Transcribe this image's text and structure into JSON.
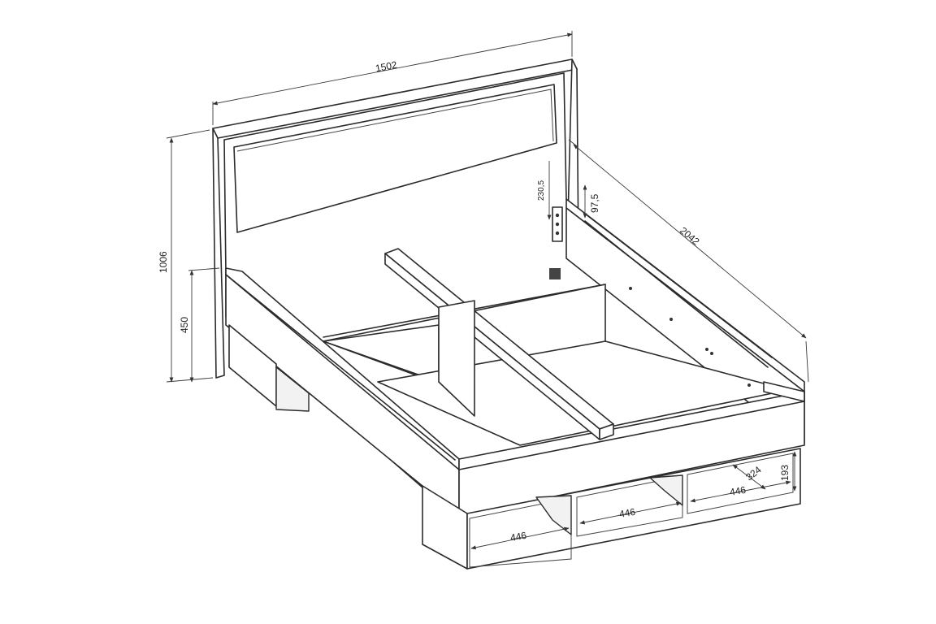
{
  "dimensions": {
    "width": "1502",
    "length": "2042",
    "total_height": "1006",
    "frame_height": "450",
    "rail_offset_top": "230,5",
    "rail_height": "97,5",
    "drawer_width_left": "446",
    "drawer_width_middle": "446",
    "drawer_width_right": "446",
    "drawer_depth": "324",
    "drawer_height": "193"
  },
  "colors": {
    "line": "#2b2b2b",
    "background": "#ffffff"
  }
}
